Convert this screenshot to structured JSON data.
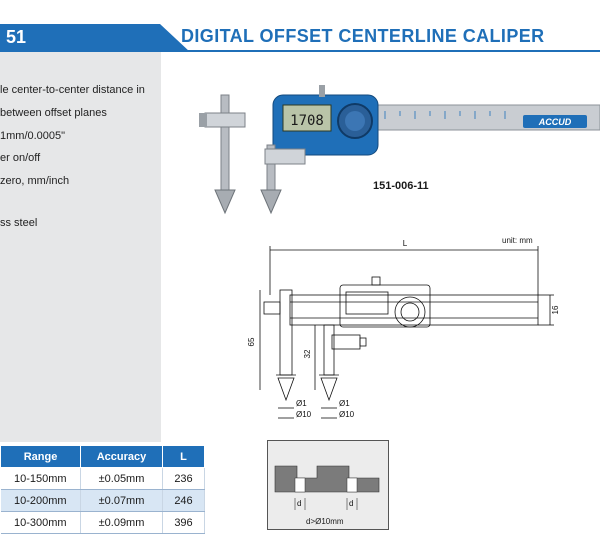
{
  "header": {
    "section_number": "51",
    "title": "DIGITAL OFFSET CENTERLINE CALIPER",
    "accent_color": "#1f6fb8"
  },
  "features": [
    "le center-to-center distance in",
    "between offset planes",
    "1mm/0.0005\"",
    "er on/off",
    "zero, mm/inch",
    "ss steel"
  ],
  "photo": {
    "display_value": "1708",
    "brand": "ACCUD",
    "model_number": "151-006-11"
  },
  "drawing": {
    "unit_label": "unit: mm",
    "dims": {
      "length": "L",
      "height_total": "65",
      "height_offset": "32",
      "thickness": "16",
      "tip_1a": "Ø1",
      "tip_10a": "Ø10",
      "tip_1b": "Ø1",
      "tip_10b": "Ø10"
    }
  },
  "detail": {
    "d_left": "d",
    "d_right": "d",
    "note": "d>Ø10mm"
  },
  "table": {
    "headers": [
      "Range",
      "Accuracy",
      "L"
    ],
    "rows": [
      [
        "10-150mm",
        "±0.05mm",
        "236"
      ],
      [
        "10-200mm",
        "±0.07mm",
        "246"
      ],
      [
        "10-300mm",
        "±0.09mm",
        "396"
      ]
    ]
  }
}
